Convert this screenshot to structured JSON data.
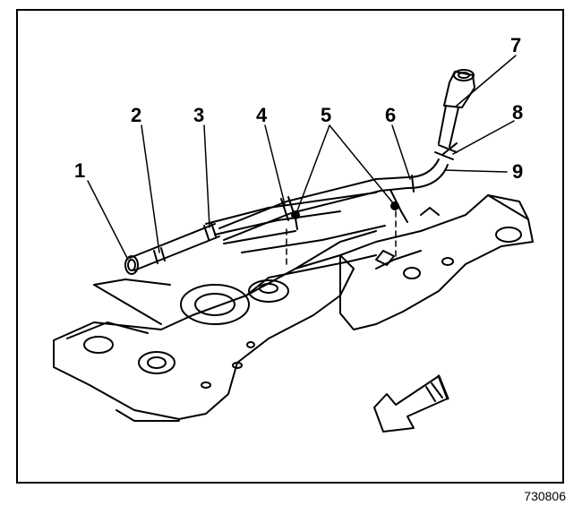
{
  "callouts": [
    "1",
    "2",
    "3",
    "4",
    "5",
    "6",
    "7",
    "8",
    "9"
  ],
  "figure_id": "730806",
  "colors": {
    "ink": "#000000",
    "paper": "#ffffff"
  }
}
